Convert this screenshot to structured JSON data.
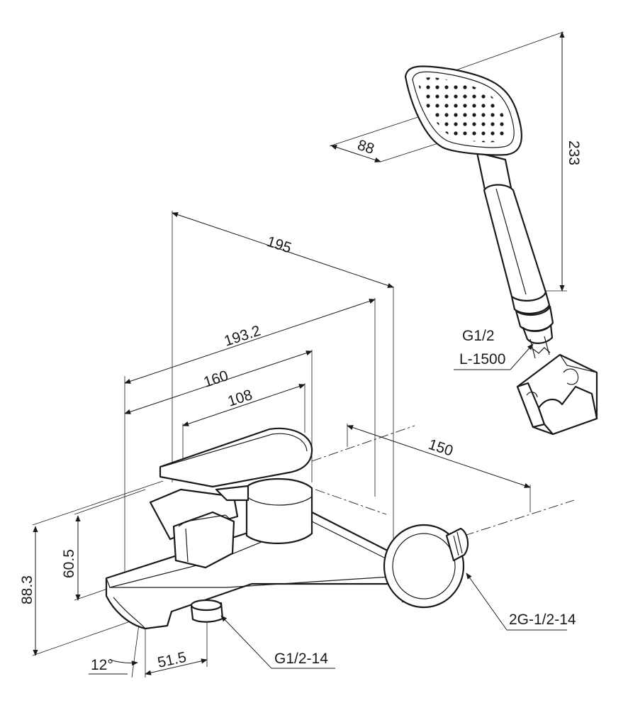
{
  "dimensions": {
    "d_195": "195",
    "d_193_2": "193.2",
    "d_160": "160",
    "d_108": "108",
    "d_150": "150",
    "d_88": "88",
    "d_233": "233",
    "d_88_3": "88.3",
    "d_60_5": "60.5",
    "d_51_5": "51.5",
    "d_12deg": "12°"
  },
  "callouts": {
    "hose_thread": "G1/2",
    "hose_length": "L-1500",
    "wall_connection": "2G-1/2-14",
    "outlet_thread": "G1/2-14"
  }
}
